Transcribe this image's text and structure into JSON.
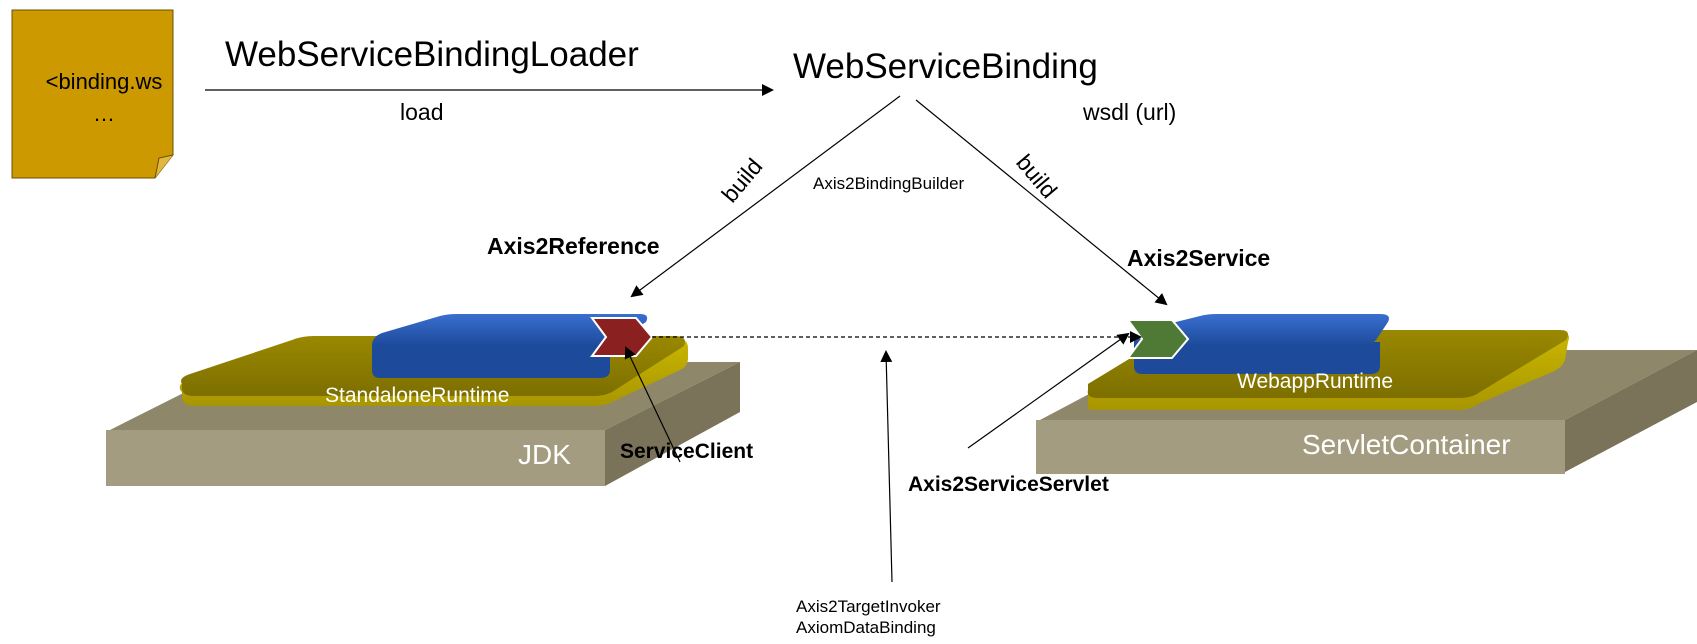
{
  "note": {
    "line1": "<binding.ws",
    "line2": "…"
  },
  "labels": {
    "loader": "WebServiceBindingLoader",
    "load": "load",
    "binding": "WebServiceBinding",
    "wsdl": "wsdl (url)",
    "build_left": "build",
    "build_right": "build",
    "builder": "Axis2BindingBuilder",
    "reference": "Axis2Reference",
    "service": "Axis2Service",
    "service_client": "ServiceClient",
    "service_servlet": "Axis2ServiceServlet",
    "target_invoker": "Axis2TargetInvoker",
    "data_binding": "AxiomDataBinding"
  },
  "platforms": {
    "left": {
      "base": "JDK",
      "runtime": "StandaloneRuntime"
    },
    "right": {
      "base": "ServletContainer",
      "runtime": "WebappRuntime"
    }
  },
  "colors": {
    "note": "#cc9900",
    "base_top": "#9b9274",
    "base_front": "#a49c80",
    "runtime": "#8f7f00",
    "runtime_edge": "#b8a600",
    "blue": "#2255aa",
    "red_chevron": "#8b2020",
    "green_chevron": "#4f7a35"
  }
}
